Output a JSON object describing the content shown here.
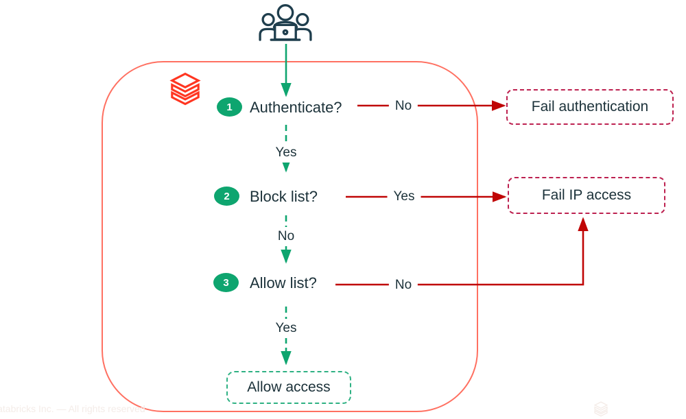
{
  "colors": {
    "navy": "#1b3139",
    "green": "#0ea56f",
    "green_light": "#2eb183",
    "red": "#c00505",
    "crimson": "#bd2150",
    "coral": "#ff7061",
    "logo_red": "#ff3621",
    "faint": "#f4ece8",
    "icon_navy": "#1f3e4d"
  },
  "flow": {
    "steps": [
      {
        "number": "1",
        "question": "Authenticate?"
      },
      {
        "number": "2",
        "question": "Block list?"
      },
      {
        "number": "3",
        "question": "Allow list?"
      }
    ],
    "branch_labels": {
      "auth_no": "No",
      "auth_yes": "Yes",
      "block_yes": "Yes",
      "block_no": "No",
      "allow_no": "No",
      "allow_yes": "Yes"
    },
    "outcomes": {
      "fail_auth": "Fail authentication",
      "fail_ip": "Fail IP access",
      "allow": "Allow access"
    },
    "icons": {
      "users": "users-at-laptop-icon",
      "logo": "databricks-logo-icon",
      "watermark": "databricks-watermark-icon"
    }
  },
  "footer": {
    "copyright": "Databricks Inc. — All rights reserved"
  }
}
